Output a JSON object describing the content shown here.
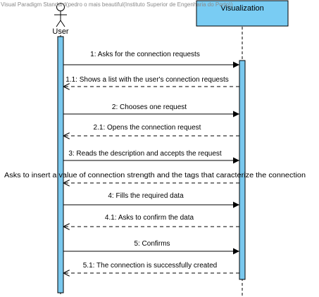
{
  "watermark": "Visual Paradigm Standard(pedro o mais beautiful(Instituto Superior de Engenharia do Porto))",
  "colors": {
    "activation": "#79c8ee",
    "participant_box": "#79ccf3",
    "line": "#000000",
    "watermark": "#8a8a8a"
  },
  "participants": {
    "actor": {
      "name": "User",
      "icon": "stick-figure-actor-icon"
    },
    "visualization": {
      "name": "Visualization"
    }
  },
  "messages": [
    {
      "label": "1: Asks for the connection requests",
      "direction": "to-visualization",
      "kind": "sync"
    },
    {
      "label": "1.1: Shows a list with the user's connection requests",
      "direction": "to-user",
      "kind": "return"
    },
    {
      "label": "2: Chooses one request",
      "direction": "to-visualization",
      "kind": "sync"
    },
    {
      "label": "2.1: Opens the connection request",
      "direction": "to-user",
      "kind": "return"
    },
    {
      "label": "3: Reads the description and accepts the request",
      "direction": "to-visualization",
      "kind": "sync"
    },
    {
      "label": "Asks to insert a value of connection strength and the tags that caracterize the connection",
      "direction": "to-user",
      "kind": "return"
    },
    {
      "label": "4: Fills the required data",
      "direction": "to-visualization",
      "kind": "sync"
    },
    {
      "label": "4.1: Asks to confirm the data",
      "direction": "to-user",
      "kind": "return"
    },
    {
      "label": "5: Confirms",
      "direction": "to-visualization",
      "kind": "sync"
    },
    {
      "label": "5.1: The connection is successfully created",
      "direction": "to-user",
      "kind": "return"
    }
  ]
}
